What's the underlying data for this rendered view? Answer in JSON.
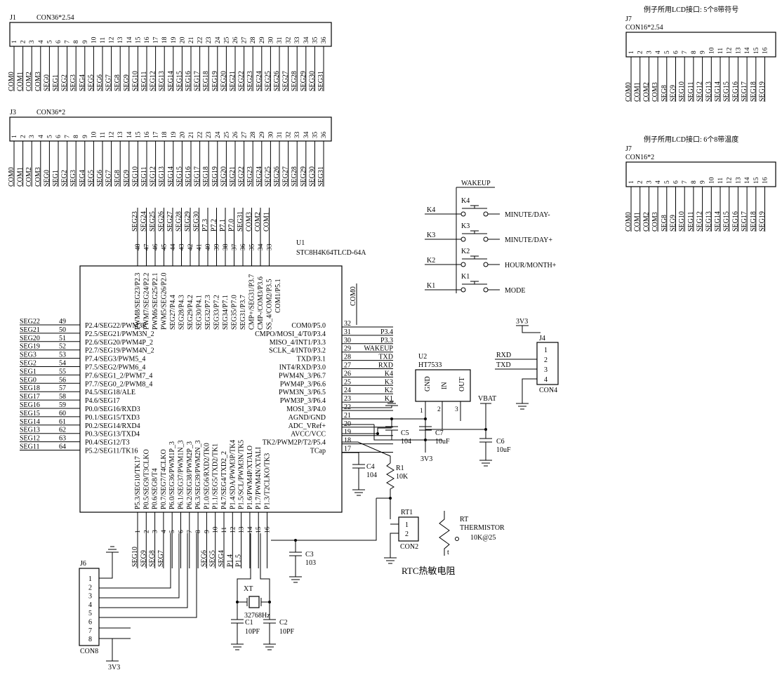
{
  "connectors": {
    "j1": {
      "ref": "J1",
      "value": "CON36*2.54",
      "pin_numbers": [
        "1",
        "2",
        "3",
        "4",
        "5",
        "6",
        "7",
        "8",
        "9",
        "10",
        "11",
        "12",
        "13",
        "14",
        "15",
        "16",
        "17",
        "18",
        "19",
        "20",
        "21",
        "22",
        "23",
        "24",
        "25",
        "26",
        "27",
        "28",
        "29",
        "30",
        "31",
        "32",
        "33",
        "34",
        "35",
        "36"
      ],
      "nets": [
        "COM0",
        "COM1",
        "COM2",
        "COM3",
        "SEG0",
        "SEG1",
        "SEG2",
        "SEG3",
        "SEG4",
        "SEG5",
        "SEG6",
        "SEG7",
        "SEG8",
        "SEG9",
        "SEG10",
        "SEG11",
        "SEG12",
        "SEG13",
        "SEG14",
        "SEG15",
        "SEG16",
        "SEG17",
        "SEG18",
        "SEG19",
        "SEG20",
        "SEG21",
        "SEG22",
        "SEG23",
        "SEG24",
        "SEG25",
        "SEG26",
        "SEG27",
        "SEG28",
        "SEG29",
        "SEG30",
        "SEG31"
      ]
    },
    "j3": {
      "ref": "J3",
      "value": "CON36*2",
      "pin_numbers": [
        "1",
        "2",
        "3",
        "4",
        "5",
        "6",
        "7",
        "8",
        "9",
        "10",
        "11",
        "12",
        "13",
        "14",
        "15",
        "16",
        "17",
        "18",
        "19",
        "20",
        "21",
        "22",
        "23",
        "24",
        "25",
        "26",
        "27",
        "28",
        "29",
        "30",
        "31",
        "32",
        "33",
        "34",
        "35",
        "36"
      ],
      "nets": [
        "COM0",
        "COM1",
        "COM2",
        "COM3",
        "SEG0",
        "SEG1",
        "SEG2",
        "SEG3",
        "SEG4",
        "SEG5",
        "SEG6",
        "SEG7",
        "SEG8",
        "SEG9",
        "SEG10",
        "SEG11",
        "SEG12",
        "SEG13",
        "SEG14",
        "SEG15",
        "SEG16",
        "SEG17",
        "SEG18",
        "SEG19",
        "SEG20",
        "SEG21",
        "SEG22",
        "SEG23",
        "SEG24",
        "SEG25",
        "SEG26",
        "SEG27",
        "SEG28",
        "SEG29",
        "SEG30",
        "SEG31"
      ]
    },
    "j7a": {
      "caption": "例子所用LCD接口: 5个8带符号",
      "ref": "J7",
      "value": "CON16*2.54",
      "pin_numbers": [
        "1",
        "2",
        "3",
        "4",
        "5",
        "6",
        "7",
        "8",
        "9",
        "10",
        "11",
        "12",
        "13",
        "14",
        "15",
        "16"
      ],
      "nets": [
        "COM0",
        "COM1",
        "COM2",
        "COM3",
        "SEG8",
        "SEG9",
        "SEG10",
        "SEG11",
        "SEG12",
        "SEG13",
        "SEG14",
        "SEG15",
        "SEG16",
        "SEG17",
        "SEG18",
        "SEG19"
      ]
    },
    "j7b": {
      "caption": "例子所用LCD接口: 6个8带温度",
      "ref": "J7",
      "value": "CON16*2",
      "pin_numbers": [
        "1",
        "2",
        "3",
        "4",
        "5",
        "6",
        "7",
        "8",
        "9",
        "10",
        "11",
        "12",
        "13",
        "14",
        "15",
        "16"
      ],
      "nets": [
        "COM0",
        "COM1",
        "COM2",
        "COM3",
        "SEG8",
        "SEG9",
        "SEG10",
        "SEG11",
        "SEG12",
        "SEG13",
        "SEG14",
        "SEG15",
        "SEG16",
        "SEG17",
        "SEG18",
        "SEG19"
      ]
    },
    "j4": {
      "ref": "J4",
      "value": "CON4",
      "pins": [
        "1",
        "2",
        "3",
        "4"
      ],
      "nets": [
        "RXD",
        "TXD"
      ],
      "supply": "3V3"
    },
    "j6": {
      "ref": "J6",
      "value": "CON8",
      "pins": [
        "1",
        "2",
        "3",
        "4",
        "5",
        "6",
        "7",
        "8"
      ],
      "supply": "3V3"
    }
  },
  "mcu": {
    "ref": "U1",
    "part": "STC8H4K64TLCD-64A",
    "top_pins": [
      {
        "num": "48",
        "name": "PWM8/SEG23/P2.3",
        "net": "SEG23"
      },
      {
        "num": "47",
        "name": "PWM7/SEG24/P2.2",
        "net": "SEG24"
      },
      {
        "num": "46",
        "name": "PWM6/SEG25/P2.1",
        "net": "SEG25"
      },
      {
        "num": "45",
        "name": "PWM5/SEG26/P2.0",
        "net": "SEG26"
      },
      {
        "num": "44",
        "name": "SEG27/P4.4",
        "net": "SEG27"
      },
      {
        "num": "43",
        "name": "SEG28/P4.3",
        "net": "SEG28"
      },
      {
        "num": "42",
        "name": "SEG29/P4.2",
        "net": "SEG29"
      },
      {
        "num": "41",
        "name": "SEG30/P4.1",
        "net": "SEG30"
      },
      {
        "num": "40",
        "name": "SEG32/P7.3",
        "net": "P7.3"
      },
      {
        "num": "39",
        "name": "SEG33/P7.2",
        "net": "P7.2"
      },
      {
        "num": "38",
        "name": "SEG34/P7.1",
        "net": "P7.1"
      },
      {
        "num": "37",
        "name": "SEG35/P7.0",
        "net": "P7.0"
      },
      {
        "num": "36",
        "name": "SEG31/P3.7",
        "net": "SEG31"
      },
      {
        "num": "35",
        "name": "CMP+/SEG31/P3.7",
        "net": "COM3"
      },
      {
        "num": "34",
        "name": "CMP-/COM3/P3.6",
        "net": "COM2"
      },
      {
        "num": "33",
        "name": "SS_4/COM2/P3.5",
        "net": "COM1"
      },
      {
        "num": "",
        "name": "COM1/P5.1",
        "net": ""
      }
    ],
    "left_pins": [
      {
        "num": "49",
        "name": "P2.4/SEG22/PWM3P",
        "net": "SEG22"
      },
      {
        "num": "50",
        "name": "P2.5/SEG21/PWM3N_2",
        "net": "SEG21"
      },
      {
        "num": "51",
        "name": "P2.6/SEG20/PWM4P_2",
        "net": "SEG20"
      },
      {
        "num": "52",
        "name": "P2.7/SEG19/PWM4N_2",
        "net": "SEG19"
      },
      {
        "num": "53",
        "name": "P7.4/SEG3/PWM5_4",
        "net": "SEG3"
      },
      {
        "num": "54",
        "name": "P7.5/SEG2/PWM6_4",
        "net": "SEG2"
      },
      {
        "num": "55",
        "name": "P7.6/SEG1_2/PWM7_4",
        "net": "SEG1"
      },
      {
        "num": "56",
        "name": "P7.7/SEG0_2/PWM8_4",
        "net": "SEG0"
      },
      {
        "num": "57",
        "name": "P4.5/SEG18/ALE",
        "net": "SEG18"
      },
      {
        "num": "58",
        "name": "P4.6/SEG17",
        "net": "SEG17"
      },
      {
        "num": "59",
        "name": "P0.0/SEG16/RXD3",
        "net": "SEG16"
      },
      {
        "num": "60",
        "name": "P0.1/SEG15/TXD3",
        "net": "SEG15"
      },
      {
        "num": "61",
        "name": "P0.2/SEG14/RXD4",
        "net": "SEG14"
      },
      {
        "num": "62",
        "name": "P0.3/SEG13/TXD4",
        "net": "SEG13"
      },
      {
        "num": "63",
        "name": "P0.4/SEG12/T3",
        "net": "SEG12"
      },
      {
        "num": "64",
        "name": "P5.2/SEG11/TK16",
        "net": "SEG11"
      }
    ],
    "right_pins": [
      {
        "num": "32",
        "name": "COM0/P5.0",
        "net": "COM0"
      },
      {
        "num": "31",
        "name": "CMPO/MOSI_4/T0/P3.4",
        "net": "P3.4"
      },
      {
        "num": "30",
        "name": "MISO_4/INT1/P3.3",
        "net": "P3.3"
      },
      {
        "num": "29",
        "name": "SCLK_4/INT0/P3.2",
        "net": "WAKEUP"
      },
      {
        "num": "28",
        "name": "TXD/P3.1",
        "net": "TXD"
      },
      {
        "num": "27",
        "name": "INT4/RXD/P3.0",
        "net": "RXD"
      },
      {
        "num": "26",
        "name": "PWM4N_3/P6.7",
        "net": "K4"
      },
      {
        "num": "25",
        "name": "PWM4P_3/P6.6",
        "net": "K3"
      },
      {
        "num": "24",
        "name": "PWM3N_3/P6.5",
        "net": "K2"
      },
      {
        "num": "23",
        "name": "PWM3P_3/P6.4",
        "net": "K1"
      },
      {
        "num": "22",
        "name": "MOSI_3/P4.0",
        "net": ""
      },
      {
        "num": "21",
        "name": "AGND/GND",
        "net": ""
      },
      {
        "num": "20",
        "name": "ADC_VRef+",
        "net": ""
      },
      {
        "num": "19",
        "name": "AVCC/VCC",
        "net": ""
      },
      {
        "num": "18",
        "name": "TK2/PWM2P/T2/P5.4",
        "net": ""
      },
      {
        "num": "17",
        "name": "TCap",
        "net": ""
      }
    ],
    "bottom_pins": [
      {
        "num": "1",
        "name": "P5.3/SEG10/TK17",
        "net": "SEG10"
      },
      {
        "num": "2",
        "name": "P0.5/SEG9/T3CLKO",
        "net": "SEG9"
      },
      {
        "num": "3",
        "name": "P0.6/SEG8/T4",
        "net": "SEG8"
      },
      {
        "num": "4",
        "name": "P0.7/SEG7/T4CLKO",
        "net": "SEG7"
      },
      {
        "num": "5",
        "name": "P6.0/SEG36/PWM1P_3",
        "net": ""
      },
      {
        "num": "6",
        "name": "P6.1/SEG37/PWM1N_3",
        "net": ""
      },
      {
        "num": "7",
        "name": "P6.2/SEG38/PWM2P_3",
        "net": ""
      },
      {
        "num": "8",
        "name": "P6.3/SEG39/PWM2N_3",
        "net": ""
      },
      {
        "num": "9",
        "name": "P1.0/SEG6/RXD2/TK0",
        "net": "SEG6"
      },
      {
        "num": "10",
        "name": "P1.1/SEG5/TXD2/TK1",
        "net": "SEG5"
      },
      {
        "num": "11",
        "name": "P4.7/SEG4/TXD2_2",
        "net": "SEG4"
      },
      {
        "num": "12",
        "name": "P1.4/SDA/PWM3P/TK4",
        "net": "P1.4"
      },
      {
        "num": "13",
        "name": "P1.5/SCL/PWM3N/TK5",
        "net": "P1.5"
      },
      {
        "num": "14",
        "name": "P1.6/PWM4P/XTALO",
        "net": ""
      },
      {
        "num": "15",
        "name": "P1.7/PWM4N/XTALI",
        "net": ""
      },
      {
        "num": "16",
        "name": "P1.3/T2CLKO/TK3",
        "net": ""
      }
    ]
  },
  "keys": {
    "wakeup": "WAKEUP",
    "items": [
      {
        "net": "K4",
        "ref": "K4",
        "func": "MINUTE/DAY-"
      },
      {
        "net": "K3",
        "ref": "K3",
        "func": "MINUTE/DAY+"
      },
      {
        "net": "K2",
        "ref": "K2",
        "func": "HOUR/MONTH+"
      },
      {
        "net": "K1",
        "ref": "K1",
        "func": "MODE"
      }
    ]
  },
  "regulator": {
    "ref": "U2",
    "part": "HT7533",
    "pins": [
      "GND",
      "IN",
      "OUT"
    ],
    "pin_numbers": [
      "1",
      "2",
      "3"
    ]
  },
  "power": {
    "vbat": "VBAT",
    "v3": "3V3"
  },
  "passives": {
    "c5": {
      "ref": "C5",
      "value": "104"
    },
    "c7": {
      "ref": "C7",
      "value": "10uF"
    },
    "c6": {
      "ref": "C6",
      "value": "10uF"
    },
    "c4": {
      "ref": "C4",
      "value": "104"
    },
    "r1": {
      "ref": "R1",
      "value": "10K"
    },
    "c3": {
      "ref": "C3",
      "value": "103"
    },
    "c1": {
      "ref": "C1",
      "value": "10PF"
    },
    "c2": {
      "ref": "C2",
      "value": "10PF"
    },
    "xt": {
      "ref": "XT",
      "value": "32768Hz"
    }
  },
  "rtc": {
    "rt1": {
      "ref": "RT1",
      "value": "CON2",
      "pins": [
        "1",
        "2"
      ]
    },
    "thermistor": {
      "ref": "RT",
      "type": "THERMISTOR",
      "value": "10K@25",
      "mark": "t"
    },
    "caption": "RTC热敏电阻"
  },
  "colors": {
    "ink": "#000000",
    "paper": "#ffffff"
  }
}
